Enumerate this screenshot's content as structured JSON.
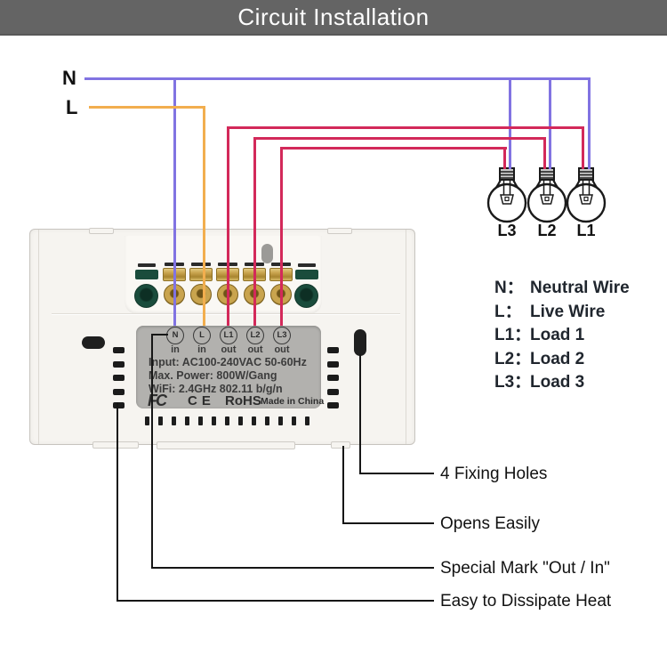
{
  "title_bar": {
    "title": "Circuit Installation"
  },
  "colors": {
    "titlebar_bg": "#646464",
    "wire_neutral": "#8173e2",
    "wire_live": "#f2ae4e",
    "wire_load": "#d3295a",
    "callout_line": "#161616",
    "device_body": "#f6f4f0",
    "panel_bg": "#b2b1ae",
    "brass": "#c9a44e",
    "terminal_green": "#1a4c3c"
  },
  "wires": {
    "neutral_label": "N",
    "live_label": "L"
  },
  "bulbs": [
    {
      "label": "L3"
    },
    {
      "label": "L2"
    },
    {
      "label": "L1"
    }
  ],
  "device": {
    "terminals": [
      {
        "id": "N",
        "dir": "in"
      },
      {
        "id": "L",
        "dir": "in"
      },
      {
        "id": "L1",
        "dir": "out"
      },
      {
        "id": "L2",
        "dir": "out"
      },
      {
        "id": "L3",
        "dir": "out"
      }
    ],
    "specs": {
      "input": "Input: AC100-240VAC 50-60Hz",
      "power": "Max. Power: 800W/Gang",
      "wifi": "WiFi: 2.4GHz 802.11 b/g/n"
    },
    "certs": {
      "fcc": "FC",
      "ce": "CE",
      "rohs": "RoHS",
      "made_in": "Made in China"
    }
  },
  "legend": {
    "items": [
      {
        "key": "N：",
        "label": "Neutral Wire"
      },
      {
        "key": "L：",
        "label": "Live Wire"
      },
      {
        "key": "L1：",
        "label": "Load 1"
      },
      {
        "key": "L2：",
        "label": "Load 2"
      },
      {
        "key": "L3：",
        "label": "Load 3"
      }
    ]
  },
  "callouts": [
    {
      "label": "4 Fixing Holes"
    },
    {
      "label": "Opens Easily"
    },
    {
      "label": "Special Mark \"Out / In\""
    },
    {
      "label": "Easy to Dissipate Heat"
    }
  ]
}
